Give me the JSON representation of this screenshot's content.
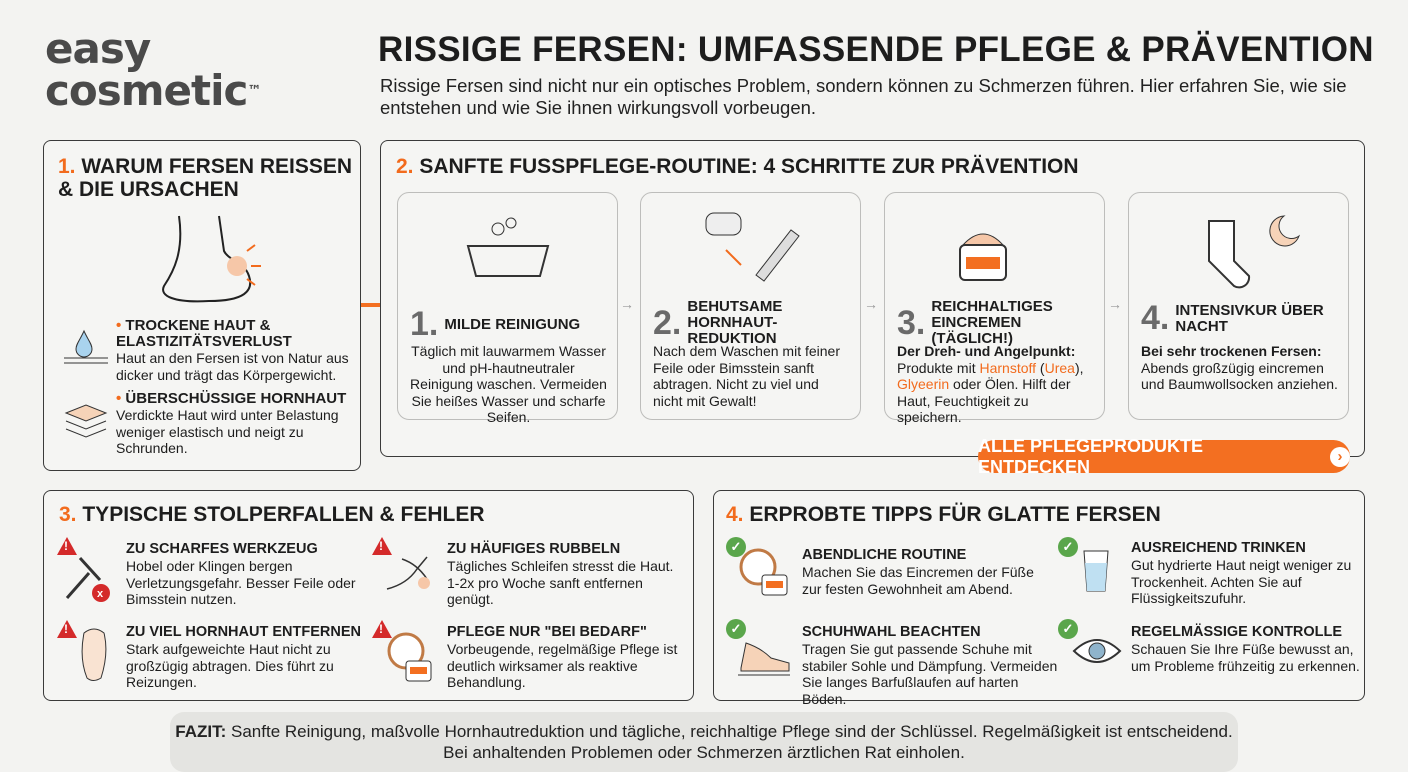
{
  "brand": {
    "line1": "easy",
    "line2": "cosmetic",
    "tm": "™"
  },
  "header": {
    "title": "RISSIGE FERSEN: UMFASSENDE PFLEGE & PRÄVENTION",
    "subtitle": "Rissige Fersen sind nicht nur ein optisches Problem, sondern können zu Schmerzen führen. Hier erfahren Sie, wie sie entstehen und wie Sie ihnen wirkungsvoll vorbeugen."
  },
  "section1": {
    "num": "1.",
    "title": "WARUM FERSEN REISSEN & DIE URSACHEN",
    "items": [
      {
        "title": "TROCKENE HAUT & ELASTIZITÄTSVERLUST",
        "text": "Haut an den Fersen ist von Natur aus dicker und trägt das Körpergewicht."
      },
      {
        "title": "ÜBERSCHÜSSIGE HORNHAUT",
        "text": "Verdickte Haut wird unter Belastung weniger elastisch und neigt zu Schrunden."
      }
    ]
  },
  "section2": {
    "num": "2.",
    "title": "SANFTE FUSSPFLEGE-ROUTINE: 4 SCHRITTE ZUR PRÄVENTION",
    "steps": [
      {
        "num": "1.",
        "title": "MILDE REINIGUNG",
        "text": "Täglich mit lauwarmem Wasser und pH-hautneutraler Reinigung waschen. Vermeiden Sie heißes Wasser und scharfe Seifen."
      },
      {
        "num": "2.",
        "title": "BEHUTSAME HORNHAUT-REDUKTION",
        "text": "Nach dem Waschen mit feiner Feile oder Bimsstein sanft abtragen. Nicht zu viel und nicht mit Gewalt!"
      },
      {
        "num": "3.",
        "title": "REICHHALTIGES EINCREMEN (TÄGLICH!)",
        "text_a": "Der Dreh- und Angelpunkt:",
        "text_b": "Produkte mit ",
        "hl1": "Harnstoff",
        "text_c": " (",
        "hl2": "Urea",
        "text_d": "),",
        "hl3": "Glyeerin",
        "text_e": " oder Ölen. Hilft der Haut, Feuchtigkeit zu speichern."
      },
      {
        "num": "4.",
        "title": "INTENSIVKUR ÜBER NACHT",
        "text_a": "Bei sehr trockenen Fersen:",
        "text_b": "Abends großzügig eincremen und Baumwollsocken anziehen."
      }
    ],
    "cta": "ALLE PFLEGEPRODUKTE ENTDECKEN",
    "cta_icon": "›"
  },
  "section3": {
    "num": "3.",
    "title": "TYPISCHE STOLPERFALLEN & FEHLER",
    "items": [
      {
        "title": "ZU SCHARFES WERKZEUG",
        "text": "Hobel oder Klingen bergen Verletzungsgefahr. Besser Feile oder Bimsstein nutzen."
      },
      {
        "title": "ZU HÄUFIGES RUBBELN",
        "text": "Tägliches Schleifen stresst die Haut. 1-2x pro Woche sanft entfernen genügt."
      },
      {
        "title": "ZU VIEL HORNHAUT ENTFERNEN",
        "text": "Stark aufgeweichte Haut nicht zu großzügig abtragen. Dies führt zu Reizungen."
      },
      {
        "title": "PFLEGE NUR \"BEI BEDARF\"",
        "text": "Vorbeugende, regelmäßige Pflege ist deutlich wirksamer als reaktive Behandlung."
      }
    ]
  },
  "section4": {
    "num": "4.",
    "title": "ERPROBTE TIPPS FÜR GLATTE FERSEN",
    "items": [
      {
        "title": "ABENDLICHE ROUTINE",
        "text": "Machen Sie das Eincremen der Füße zur festen Gewohnheit am Abend."
      },
      {
        "title": "AUSREICHEND TRINKEN",
        "text": "Gut hydrierte Haut neigt weniger zu Trockenheit. Achten Sie auf Flüssigkeitszufuhr."
      },
      {
        "title": "SCHUHWAHL BEACHTEN",
        "text": "Tragen Sie gut passende Schuhe mit stabiler Sohle und Dämpfung. Vermeiden Sie langes Barfußlaufen auf harten Böden."
      },
      {
        "title": "REGELMÄSSIGE KONTROLLE",
        "text": "Schauen Sie Ihre Füße bewusst an, um Probleme frühzeitig zu erkennen."
      }
    ]
  },
  "footer": {
    "label": "FAZIT:",
    "text": " Sanfte Reinigung, maßvolle Hornhautreduktion und tägliche, reichhaltige Pflege sind der Schlüssel. Regelmäßigkeit ist entscheidend.",
    "line2": "Bei anhaltenden Problemen oder Schmerzen ärztlichen Rat einholen."
  },
  "colors": {
    "accent": "#f36f21",
    "warning": "#d42a2a",
    "success": "#5aa64b"
  }
}
